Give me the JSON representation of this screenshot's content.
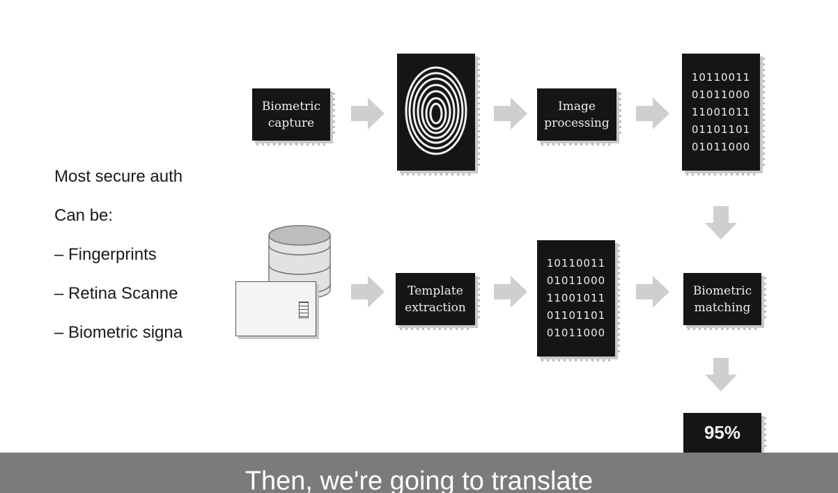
{
  "bullets": [
    "Most secure auth",
    "Can be:",
    "– Fingerprints",
    "– Retina Scanne",
    "– Biometric signa"
  ],
  "diagram": {
    "biometric_capture": "Biometric\ncapture",
    "image_processing": "Image\nprocessing",
    "template_extraction": "Template\nextraction",
    "biometric_matching": "Biometric\nmatching",
    "binary_top": "10110011\n01011000\n11001011\n01101101\n01011000",
    "binary_bottom": "10110011\n01011000\n11001011\n01101101\n01011000",
    "match_score": "95%"
  },
  "caption": "Then, we're going to translate"
}
